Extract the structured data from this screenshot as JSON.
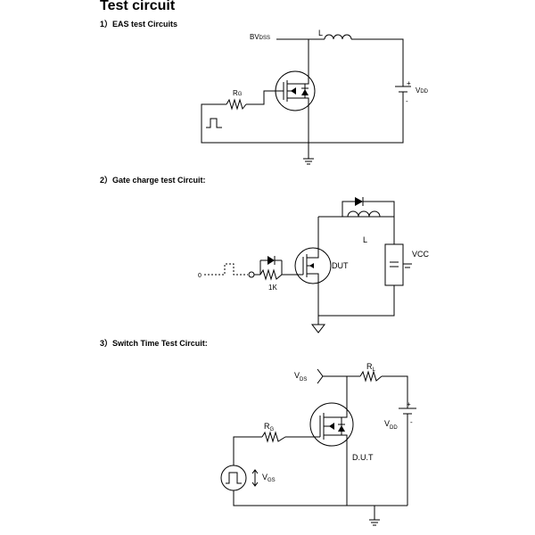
{
  "title": "Test circuit",
  "sections": [
    {
      "heading": "1）EAS test Circuits"
    },
    {
      "heading": "2）Gate charge test Circuit:"
    },
    {
      "heading": "3）Switch Time Test Circuit:"
    }
  ],
  "c1": {
    "bv_main": "BV",
    "bv_sub": "DSS",
    "inductor": "L",
    "rg_main": "R",
    "rg_sub": "G",
    "vdd_main": "V",
    "vdd_sub": "DD",
    "plus": "+",
    "minus": "-"
  },
  "c2": {
    "zero": "0",
    "r_value": "1K",
    "inductor": "L",
    "dut": "DUT",
    "vcc": "VCC"
  },
  "c3": {
    "vds_main": "V",
    "vds_sub": "DS",
    "rl_main": "R",
    "rl_sub": "L",
    "rg_main": "R",
    "rg_sub": "G",
    "vdd_main": "V",
    "vdd_sub": "DD",
    "vgs_main": "V",
    "vgs_sub": "GS",
    "dut": "D.U.T",
    "plus": "+",
    "minus": "-"
  }
}
